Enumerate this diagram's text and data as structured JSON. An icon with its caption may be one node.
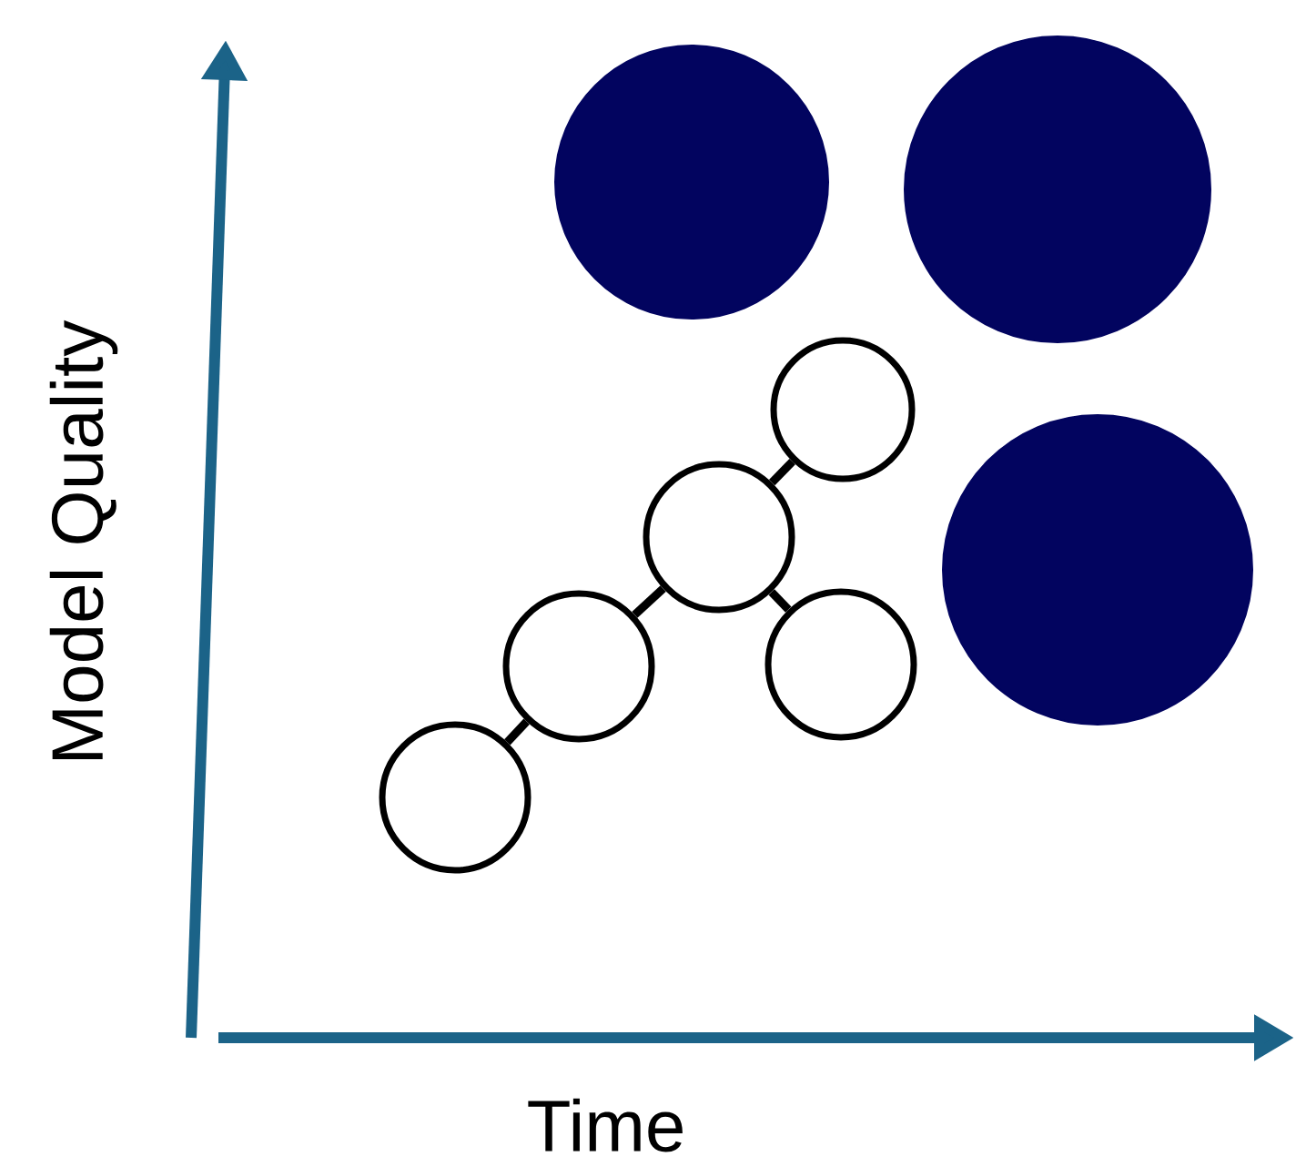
{
  "diagram": {
    "nodes": [
      {
        "text": [],
        "shape": "circle"
      },
      {
        "text": [],
        "shape": "circle"
      },
      {
        "text": [],
        "shape": "circle"
      },
      {
        "text": [],
        "shape": "circle"
      },
      {
        "text": [],
        "shape": "circle"
      },
      {
        "text": [],
        "shape": "circle"
      },
      {
        "text": [],
        "shape": "circle"
      },
      {
        "text": [],
        "shape": "circle"
      }
    ],
    "edges": [
      {
        "from": 0,
        "to": 1,
        "arrow": "none"
      },
      {
        "from": 1,
        "to": 2,
        "arrow": "none"
      },
      {
        "from": 2,
        "to": 3,
        "arrow": "none"
      },
      {
        "from": 2,
        "to": 4,
        "arrow": "none"
      }
    ],
    "labels": [
      "Model Quality",
      "Time"
    ]
  }
}
